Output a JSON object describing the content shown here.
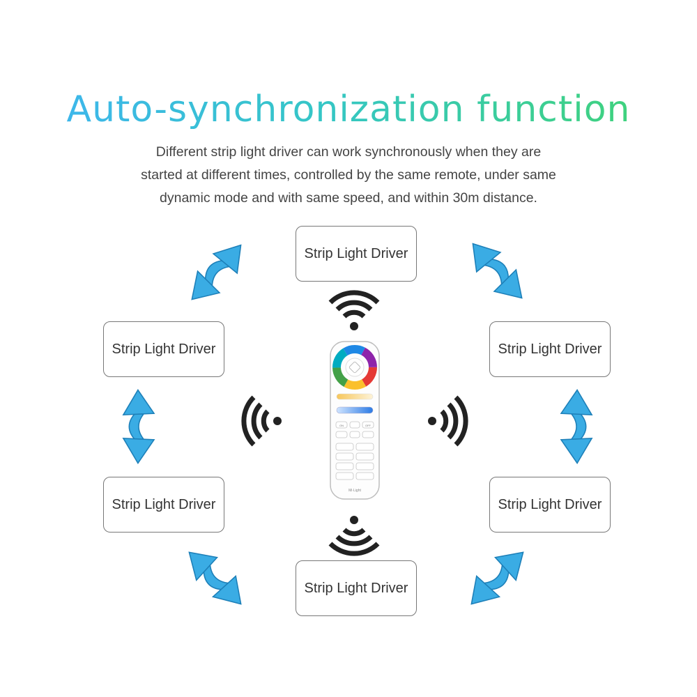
{
  "title": "Auto-synchronization function",
  "description": [
    "Different strip light driver can work synchronously when they are",
    "started at different times, controlled by the same remote, under same",
    "dynamic mode and with same speed, and within 30m distance."
  ],
  "nodes": [
    {
      "id": "top",
      "label": "Strip Light Driver"
    },
    {
      "id": "upper-left",
      "label": "Strip Light Driver"
    },
    {
      "id": "upper-right",
      "label": "Strip Light Driver"
    },
    {
      "id": "lower-left",
      "label": "Strip Light Driver"
    },
    {
      "id": "lower-right",
      "label": "Strip Light Driver"
    },
    {
      "id": "bottom",
      "label": "Strip Light Driver"
    }
  ],
  "remote": {
    "brand": "Mi·Light",
    "key_on": "ON",
    "key_off": "OFF"
  },
  "colors": {
    "title_gradient_start": "#3db7ea",
    "title_gradient_end": "#3fd27e",
    "arrow": "#3aace4",
    "signal": "#222222",
    "box_border": "#777777"
  },
  "icons": [
    "wifi-signal-icon",
    "sync-arrow-icon",
    "remote-control-icon"
  ]
}
